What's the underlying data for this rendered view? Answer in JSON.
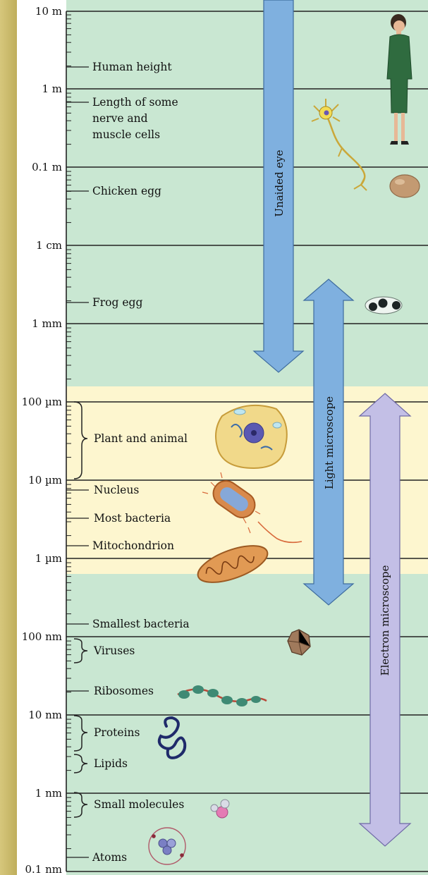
{
  "scale_labels": [
    "10 m",
    "1 m",
    "0.1 m",
    "1 cm",
    "1 mm",
    "100 µm",
    "10 µm",
    "1 µm",
    "100 nm",
    "10 nm",
    "1 nm",
    "0.1 nm"
  ],
  "items": {
    "human_height": "Human height",
    "nerve_line1": "Length of some",
    "nerve_line2": "nerve and",
    "nerve_line3": "muscle cells",
    "chicken_egg": "Chicken egg",
    "frog_egg": "Frog egg",
    "plant_animal": "Plant and animal",
    "nucleus": "Nucleus",
    "most_bacteria": "Most bacteria",
    "mitochondrion": "Mitochondrion",
    "smallest_bacteria": "Smallest bacteria",
    "viruses": "Viruses",
    "ribosomes": "Ribosomes",
    "proteins": "Proteins",
    "lipids": "Lipids",
    "small_molecules": "Small molecules",
    "atoms": "Atoms"
  },
  "ranges": {
    "unaided_eye": "Unaided eye",
    "light_microscope": "Light microscope",
    "electron_microscope": "Electron microscope"
  },
  "colors": {
    "side_band": "#c9b96a",
    "green_panel": "#c9e7d2",
    "yellow_band": "#fdf6cf",
    "eye_arrow": "#7fb0df",
    "light_arrow": "#7fb0df",
    "electron_arrow": "#c3bfe6"
  }
}
